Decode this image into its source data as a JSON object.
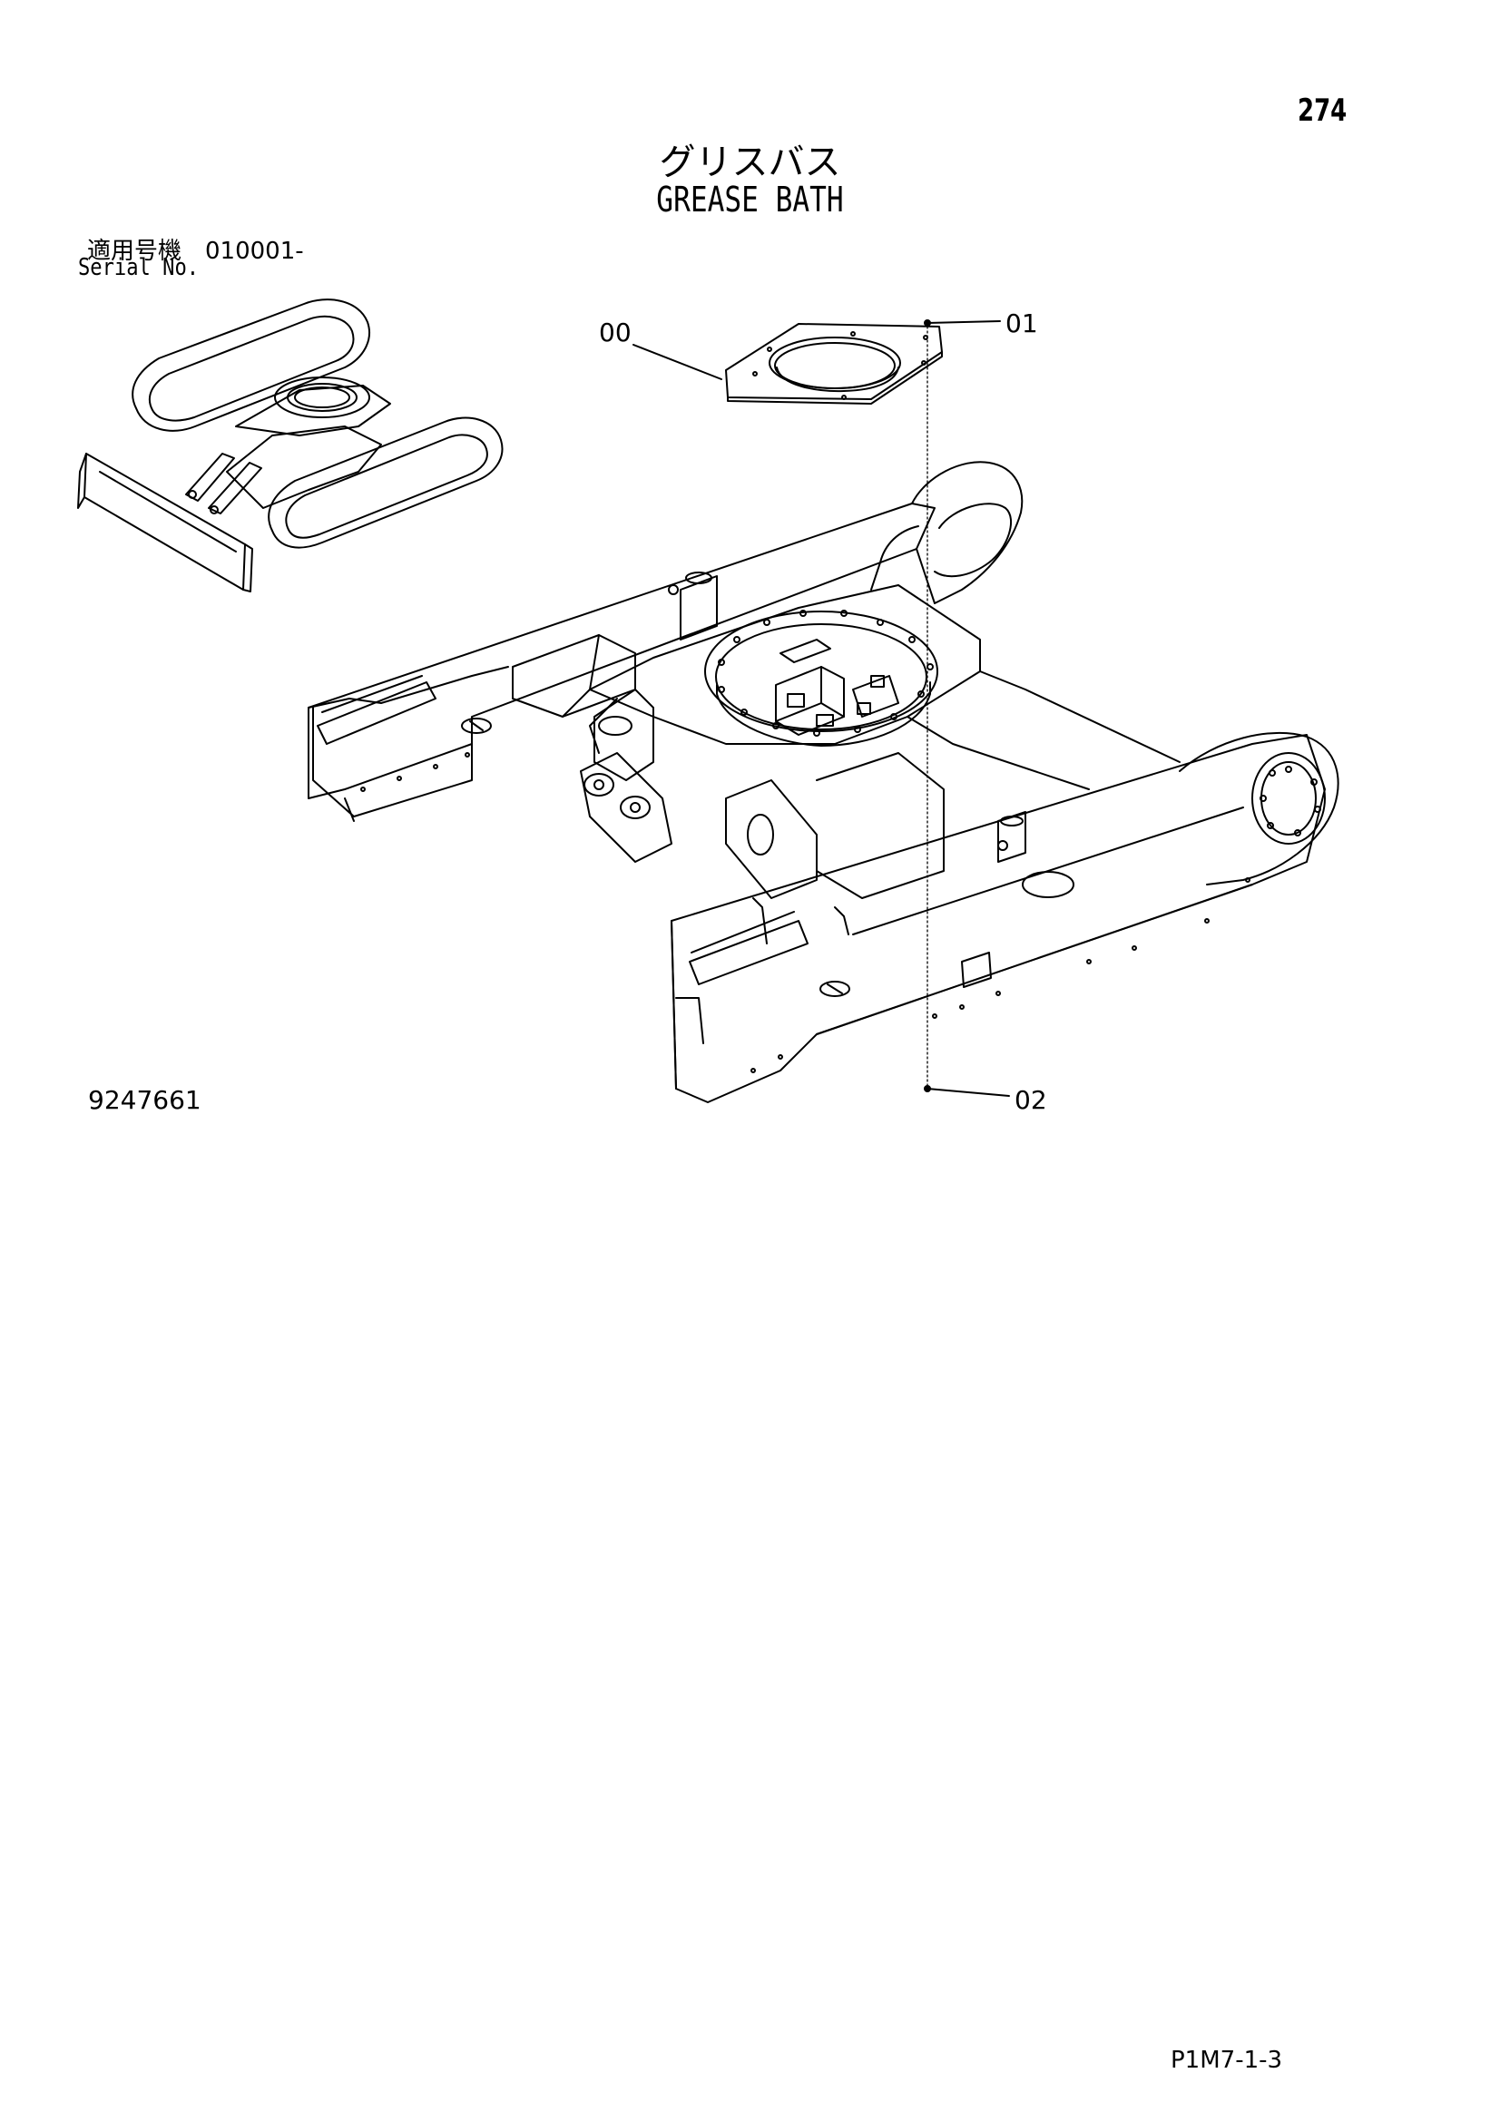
{
  "page": {
    "number": "274",
    "title_jp": "グリスバス",
    "title_en": "GREASE BATH",
    "serial_label_jp": "適用号機　010001-",
    "serial_label_en": "Serial No.",
    "drawing_number": "9247661",
    "page_code": "P1M7-1-3"
  },
  "callouts": [
    {
      "id": "00",
      "label": "00"
    },
    {
      "id": "01",
      "label": "01"
    },
    {
      "id": "02",
      "label": "02"
    }
  ],
  "colors": {
    "ink": "#000000",
    "paper": "#ffffff"
  },
  "illustrations": [
    {
      "name": "machine-overview-inset",
      "description_icon": "excavator-undercarriage-icon"
    },
    {
      "name": "track-frame-exploded-view",
      "description_icon": "track-frame-icon"
    }
  ]
}
